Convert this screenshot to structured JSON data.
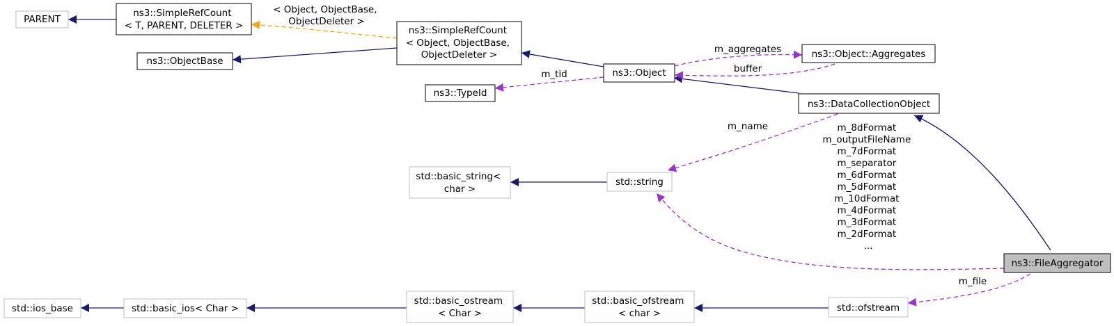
{
  "colors": {
    "inheritance": "#191970",
    "usage": "#9a32cd",
    "template": "#ffa500",
    "node_border": "#000000",
    "external_border": "#bfbfbf",
    "focus_fill": "#bfbfbf"
  },
  "nodes": {
    "parent": {
      "lines": [
        "PARENT"
      ],
      "style": "external"
    },
    "simplerefcount_t": {
      "lines": [
        "ns3::SimpleRefCount",
        "< T, PARENT, DELETER >"
      ],
      "style": "normal"
    },
    "objectbase": {
      "lines": [
        "ns3::ObjectBase"
      ],
      "style": "normal"
    },
    "simplerefcount_obj": {
      "lines": [
        "ns3::SimpleRefCount",
        "< Object, ObjectBase,",
        "ObjectDeleter >"
      ],
      "style": "normal"
    },
    "typeid": {
      "lines": [
        "ns3::TypeId"
      ],
      "style": "normal"
    },
    "object": {
      "lines": [
        "ns3::Object"
      ],
      "style": "normal"
    },
    "aggregates": {
      "lines": [
        "ns3::Object::Aggregates"
      ],
      "style": "normal"
    },
    "datacollection": {
      "lines": [
        "ns3::DataCollectionObject"
      ],
      "style": "normal"
    },
    "basic_string": {
      "lines": [
        "std::basic_string<",
        "char >"
      ],
      "style": "external"
    },
    "string": {
      "lines": [
        "std::string"
      ],
      "style": "external"
    },
    "fileaggregator": {
      "lines": [
        "ns3::FileAggregator"
      ],
      "style": "focus"
    },
    "ios_base": {
      "lines": [
        "std::ios_base"
      ],
      "style": "external"
    },
    "basic_ios": {
      "lines": [
        "std::basic_ios< Char >"
      ],
      "style": "external"
    },
    "basic_ostream": {
      "lines": [
        "std::basic_ostream",
        "< Char >"
      ],
      "style": "external"
    },
    "basic_ofstream": {
      "lines": [
        "std::basic_ofstream",
        "< char >"
      ],
      "style": "external"
    },
    "ofstream": {
      "lines": [
        "std::ofstream"
      ],
      "style": "external"
    }
  },
  "edge_labels": {
    "template_args": [
      "< Object, ObjectBase,",
      "ObjectDeleter >"
    ],
    "m_aggregates": [
      "m_aggregates"
    ],
    "buffer": [
      "buffer"
    ],
    "m_tid": [
      "m_tid"
    ],
    "m_name": [
      "m_name"
    ],
    "string_members": [
      "m_8dFormat",
      "m_outputFileName",
      "m_7dFormat",
      "m_separator",
      "m_6dFormat",
      "m_5dFormat",
      "m_10dFormat",
      "m_4dFormat",
      "m_3dFormat",
      "m_2dFormat",
      "..."
    ],
    "m_file": [
      "m_file"
    ]
  }
}
